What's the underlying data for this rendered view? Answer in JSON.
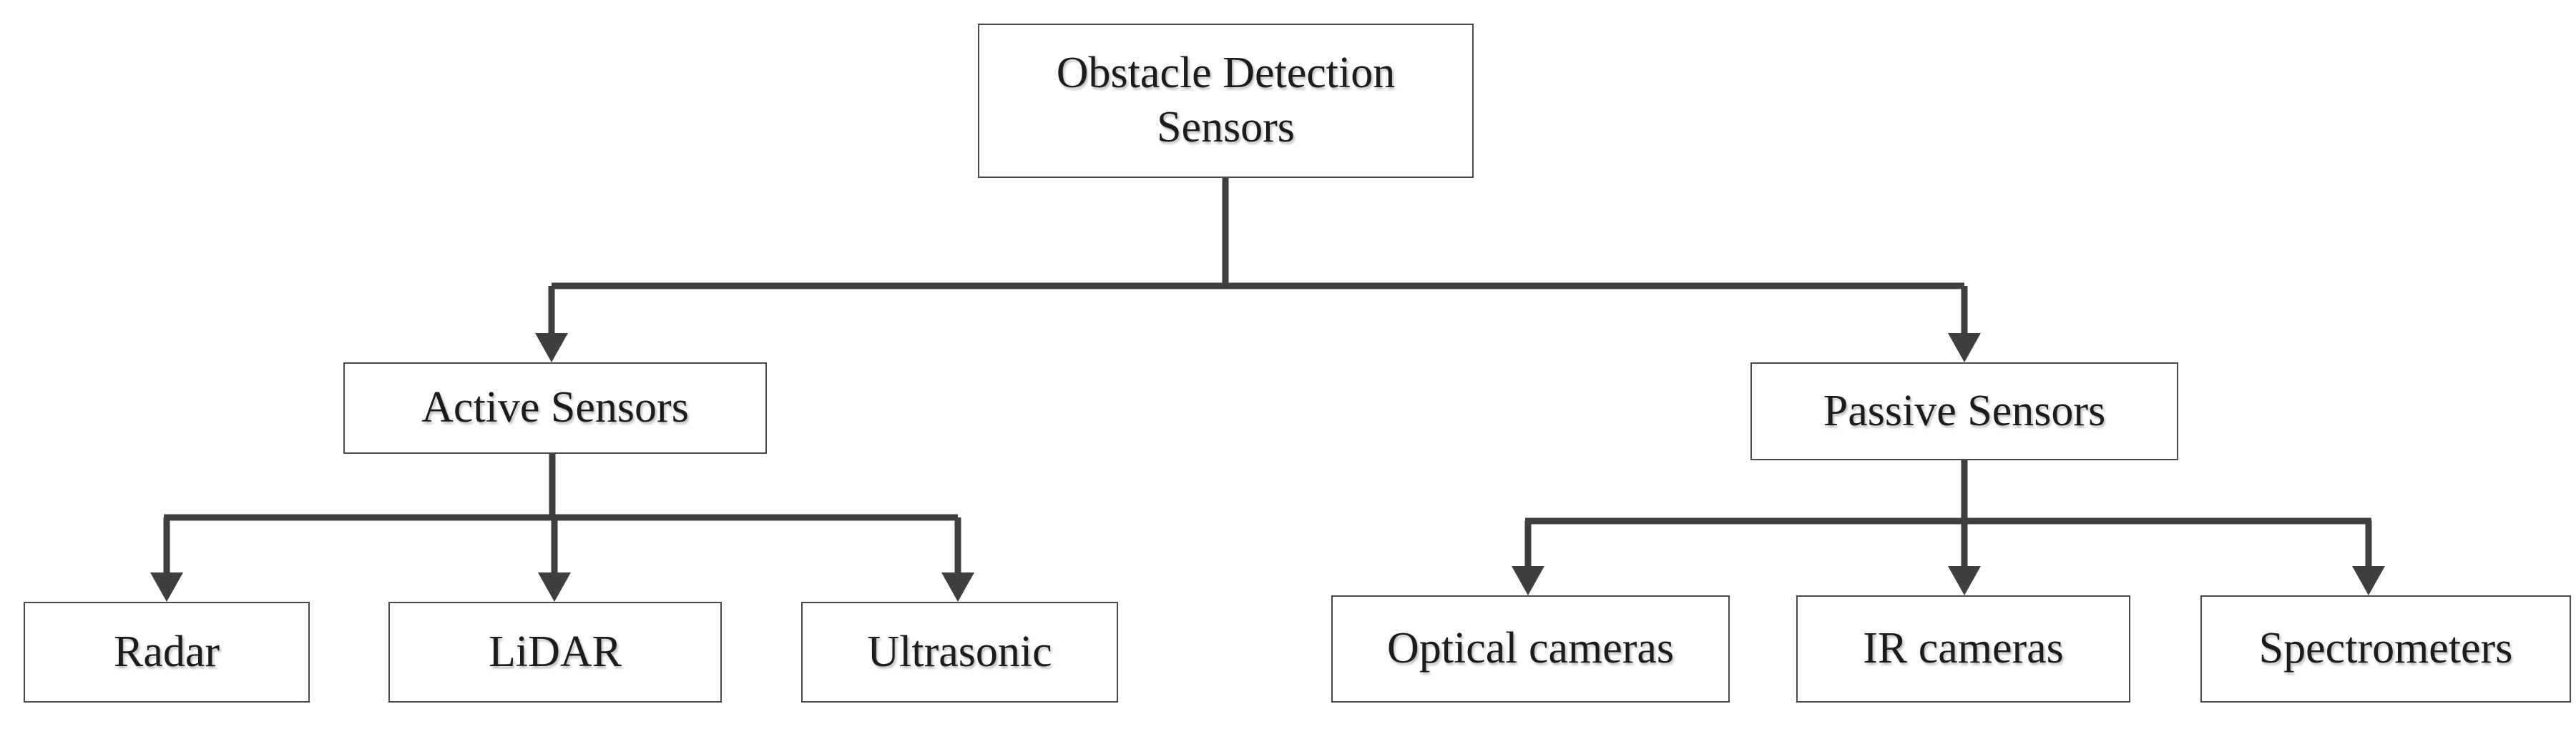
{
  "diagram": {
    "root": {
      "label_line1": "Obstacle Detection",
      "label_line2": "Sensors"
    },
    "active": {
      "label": "Active Sensors",
      "children": [
        {
          "label": "Radar"
        },
        {
          "label": "LiDAR"
        },
        {
          "label": "Ultrasonic"
        }
      ]
    },
    "passive": {
      "label": "Passive Sensors",
      "children": [
        {
          "label": "Optical cameras"
        },
        {
          "label": "IR cameras"
        },
        {
          "label": "Spectrometers"
        }
      ]
    }
  },
  "colors": {
    "connector": "#3f3f3f",
    "box_border": "#4a4a4a",
    "text": "#1c1c1c",
    "background": "#ffffff"
  }
}
